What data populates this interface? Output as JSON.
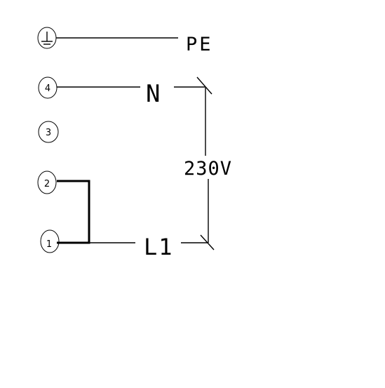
{
  "terminals": [
    {
      "id": "pe",
      "label": "⏚"
    },
    {
      "id": "t4",
      "label": "4"
    },
    {
      "id": "t3",
      "label": "3"
    },
    {
      "id": "t2",
      "label": "2"
    },
    {
      "id": "t1",
      "label": "1"
    }
  ],
  "labels": {
    "pe": "PE",
    "neutral": "N",
    "voltage": "230V",
    "line": "L1"
  }
}
